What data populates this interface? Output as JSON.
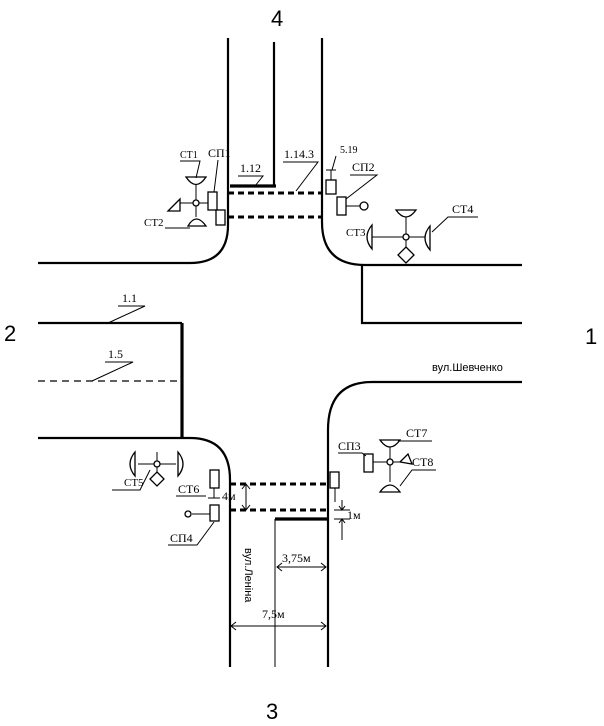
{
  "approaches": {
    "north": "4",
    "west": "2",
    "east": "1",
    "south": "3"
  },
  "streets": {
    "horizontal": "вул.Шевченко",
    "vertical": "вул.Леніна"
  },
  "markings": {
    "m_1_12": "1.12",
    "m_1_14_3": "1.14.3",
    "m_1_1": "1.1",
    "m_1_5": "1.5"
  },
  "signs": {
    "s_5_19": "5.19"
  },
  "pedestrian_lights": {
    "sp1": "СП1",
    "sp2": "СП2",
    "sp3": "СП3",
    "sp4": "СП4"
  },
  "traffic_lights": {
    "st1": "СТ1",
    "st2": "СТ2",
    "st3": "СТ3",
    "st4": "СТ4",
    "st5": "СТ5",
    "st6": "СТ6",
    "st7": "СТ7",
    "st8": "СТ8"
  },
  "dimensions": {
    "crosswalk_width": "4м",
    "stop_offset": "1м",
    "lane_width": "3,75м",
    "road_width": "7,5м"
  }
}
